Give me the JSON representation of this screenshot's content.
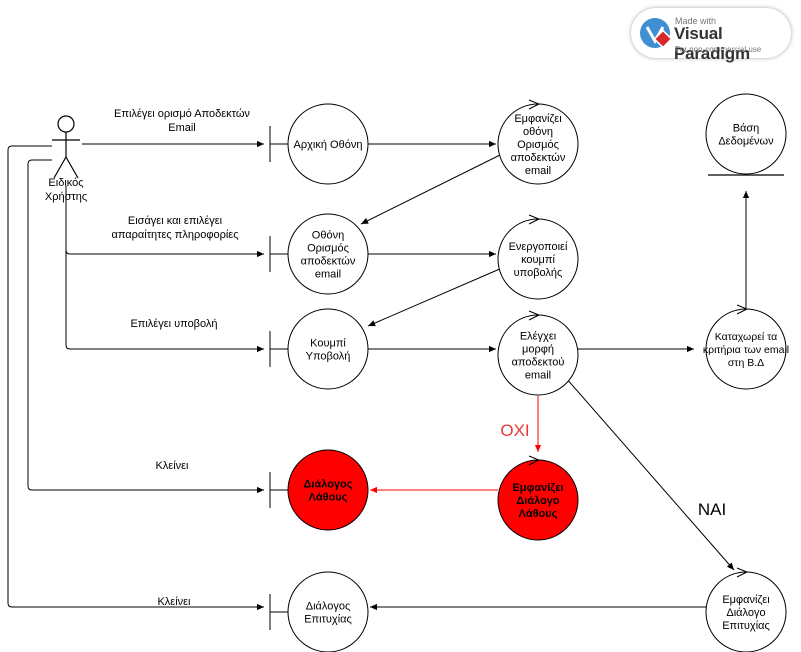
{
  "badge": {
    "made_with": "Made with",
    "brand": "Visual Paradigm",
    "license": "For non-commercial use"
  },
  "actor": {
    "name": [
      "Ειδικός",
      "Χρήστης"
    ]
  },
  "nodes": {
    "arxiki_othoni": {
      "kind": "boundary",
      "label": [
        "Αρχική Οθόνη"
      ]
    },
    "emfanizei_othoni": {
      "kind": "control",
      "label": [
        "Εμφανίζει",
        "οθόνη",
        "Ορισμός",
        "αποδεκτών",
        "email"
      ]
    },
    "vasi_dedomenon": {
      "kind": "entity",
      "label": [
        "Βάση",
        "Δεδομένων"
      ]
    },
    "othoni_orismos": {
      "kind": "boundary",
      "label": [
        "Οθόνη",
        "Ορισμός",
        "αποδεκτών",
        "email"
      ]
    },
    "energopoiei_koumpi": {
      "kind": "control",
      "label": [
        "Ενεργοποιεί",
        "κουμπί",
        "υποβολής"
      ]
    },
    "koumpi_ypovoli": {
      "kind": "boundary",
      "label": [
        "Κουμπί",
        "Υποβολή"
      ]
    },
    "elegxei_morfi": {
      "kind": "control",
      "label": [
        "Ελέγχει",
        "μορφή",
        "αποδεκτού",
        "email"
      ]
    },
    "katagrafei": {
      "kind": "control",
      "label": [
        "Καταχωρεί τα",
        "κριτήρια των email",
        "στη Β.Δ"
      ]
    },
    "dialogos_lathous": {
      "kind": "boundary",
      "highlight": "#ff0000",
      "label": [
        "Διάλογος",
        "Λάθους"
      ]
    },
    "emfanizei_lathos": {
      "kind": "control",
      "highlight": "#ff0000",
      "label": [
        "Εμφανίζει",
        "Διάλογο",
        "Λάθους"
      ]
    },
    "dialogos_epityxias": {
      "kind": "boundary",
      "label": [
        "Διάλογος",
        "Επιτυχίας"
      ]
    },
    "emfanizei_epityxia": {
      "kind": "control",
      "label": [
        "Εμφανίζει",
        "Διάλογο",
        "Επιτυχίας"
      ]
    }
  },
  "edge_labels": {
    "epilegei_orismo": [
      "Επιλέγει ορισμό Αποδεκτών",
      "Email"
    ],
    "eisagei": [
      "Εισάγει και επιλέγει",
      "απαραίτητες πληροφορίες"
    ],
    "epilegei_ypovoli": [
      "Επιλέγει υποβολή"
    ],
    "kleinei_1": [
      "Κλείνει"
    ],
    "kleinei_2": [
      "Κλείνει"
    ],
    "oxi": [
      "ΟΧΙ"
    ],
    "nai": [
      "ΝΑΙ"
    ]
  },
  "colors": {
    "line": "#000000",
    "error": "#ff0000",
    "error_label": "#e53935"
  }
}
